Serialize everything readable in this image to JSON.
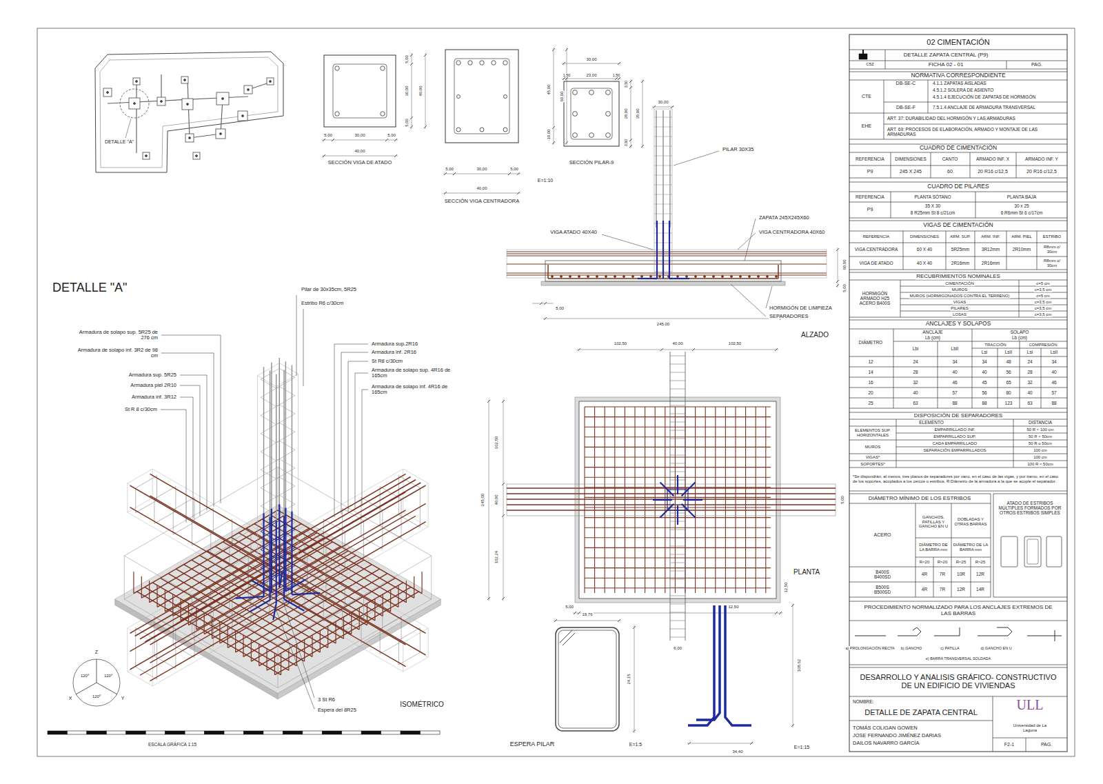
{
  "diagram": {
    "title": "02 CIMENTACIÓN",
    "labels": [
      "DETALLE \"A\"",
      "DETALLE \"A\"",
      "5,00",
      "30,00",
      "5,00",
      "40,00",
      "5,00",
      "30,00",
      "5,00",
      "40,00",
      "SECCIÓN VIGA DE ATADO",
      "5,00",
      "30,00",
      "5,00",
      "40,00",
      "45,00",
      "60,00",
      "-10,00",
      "SECCIÓN VIGA CENTRADORA",
      "30,00",
      "1,50",
      "23,00",
      "1,50",
      "3,50",
      "28,00",
      "3,50",
      "35,00",
      "SECCIÓN PILAR-9",
      "E=1:10",
      "30,00",
      "PILAR 30X35",
      "ZAPATA 245X245X60",
      "VIGA ATADO 40X40",
      "VIGA CENTRADORA 40X60",
      "HORMIGÓN DE LIMPIEZA",
      "SEPARADORES",
      "ALZADO",
      "245,00",
      "5,00",
      "60,00",
      "5,00",
      "102,50",
      "40,00",
      "102,50",
      "102,50",
      "245,00",
      "40,00",
      "102,24",
      "5,00",
      "12,50",
      "5,00",
      "12,50",
      "6,00",
      "PLANTA",
      "19,76",
      "24,15",
      "ESPERA PILAR",
      "E=1:5",
      "108,62",
      "34,40",
      "E=1:15",
      "Pilar de 30x35cm, 5R25",
      "Estribo R6 c/30cm",
      "Armadura de solapo sup. 5R25 de 276 cm",
      "Armadura de solapo inf. 3R2 de 98 cm",
      "Armadura sup. 5R25",
      "Armadura piel 2R10",
      "Armadura inf. 3R12",
      "St R 8 c/30cm",
      "Armadura sup.2R16",
      "Armadura inf. 2R16",
      "St R8 c/30cm",
      "Armadura de solapo sup. 4R16 de 165cm",
      "Armadura de solapo inf. 4R16 de 165cm",
      "3 St R6",
      "Espera del 8R25",
      "ISOMÉTRICO",
      "Z",
      "X",
      "Y",
      "120º",
      "120º",
      "120º",
      "ESCALA GRÁFICA 1:15",
      "C5Z",
      "DETALLE ZAPATA CENTRAL (P9)",
      "FICHA 02 - 01",
      "PAG.",
      "NORMATIVA CORRESPONDIENTE",
      "DB-SE-C",
      "4.1.1 ZAPATAS AISLADAS",
      "4.5.1.2 SOLERA DE ASIENTO",
      "4.5.1.4 EJECUCIÓN DE ZAPATAS DE HORMIGÓN",
      "CTE",
      "DB-SE-F",
      "7.5.1.4 ANCLAJE DE ARMADURA TRANSVERSAL",
      "EHE",
      "ART. 37: DURABILIDAD DEL HORMIGÓN Y LAS ARMADURAS",
      "ART. 69: PROCESOS DE ELABORACIÓN, ARMADO Y MONTAJE DE LAS ARMADURAS",
      "CUADRO DE CIMENTACIÓN",
      "REFERENCIA",
      "DIMENSIONES",
      "CANTO",
      "ARMADO INF. X",
      "ARMADO INF. Y",
      "P9",
      "245 X 245",
      "60",
      "20 R16 c/12,5",
      "20 R16 c/12,5",
      "CUADRO DE PILARES",
      "REFERENCIA",
      "PLANTA SÓTANO",
      "PLANTA BAJA",
      "P9",
      "35 X 30",
      "8 R25mm St 8 c/21cm",
      "30 x 25",
      "6 R6mm St 6 c/17cm",
      "VIGAS DE CIMENTACIÓN",
      "REFERENCIA",
      "DIMENSIONES",
      "ARM. SUP.",
      "ARM. INF.",
      "ARM. PIEL",
      "ESTRIBO",
      "VIGA CENTRADORA",
      "60 X 40",
      "5R25mm",
      "3R12mm",
      "2R10mm",
      "R8mm c/ 30cm",
      "VIGA DE ATADO",
      "40 X 40",
      "2R16mm",
      "2R16mm",
      "R8mm c/ 30cm",
      "RECUBRIMIENTOS NOMINALES",
      "HORMIGÓN ARMADO H25 ACERO B400S",
      "CIMENTACIÓN",
      "c=5 cm",
      "MUROS",
      "c=3,5 cm",
      "MUROS (HORMIGONADOS CONTRA EL TERRENO)",
      "c=5 cm",
      "VIGAS",
      "c=3,5 cm",
      "PILARES",
      "c=3,5 cm",
      "LOSAS",
      "c=3,5 cm",
      "ANCLAJES Y SOLAPOS",
      "DIÁMETRO",
      "ANCLAJE",
      "Lb (cm)",
      "SOLAPO",
      "Lb (cm)",
      "Lbi",
      "LbII",
      "TRACCIÓN",
      "COMPRESIÓN",
      "Lsi",
      "LsII",
      "Lsi",
      "LsII",
      "12",
      "24",
      "34",
      "34",
      "48",
      "24",
      "34",
      "14",
      "28",
      "40",
      "40",
      "56",
      "28",
      "40",
      "16",
      "32",
      "46",
      "45",
      "65",
      "32",
      "46",
      "20",
      "40",
      "57",
      "56",
      "80",
      "40",
      "57",
      "25",
      "63",
      "88",
      "88",
      "123",
      "63",
      "88",
      "DISPOSICIÓN DE SEPARADORES",
      "ELEMENTO",
      "DISTANCIA",
      "ELEMENTOS SUP. HORIZONTALES",
      "EMPARRILLADO INF.",
      "50 R < 100 cm",
      "EMPARRILLADO SUP.",
      "50 R < 50cm",
      "MUROS",
      "CADA EMPARRILLADO",
      "50 R o 50cm",
      "SEPARACIÓN EMPARRILLADOS",
      "100 cm",
      "VIGAS*",
      "100 cm",
      "SOPORTES*",
      "100 R < 50cm",
      "*Se dispondrán, al menos, tres planos de separadores por vano, en el caso de las vigas, y por tramo, en el caso de los soportes, acoplados a los cercos o estribos. R:Diámetro de la armadura a la que se acople el separador.",
      "DIÁMETRO MÍNIMO DE LOS ESTRIBOS",
      "ACERO",
      "GANCHOS, PATILLAS Y GANCHO EN U",
      "DOBLADAS Y OTRAS BARRAS",
      "DIÁMETRO DE LA BARRA mm",
      "DIÁMETRO DE LA BARRA mm",
      "R<20",
      "R>20",
      "R<25",
      "R>25",
      "B400S B400SD",
      "4R",
      "7R",
      "10R",
      "12R",
      "B500S B500SD",
      "4R",
      "7R",
      "12R",
      "14R",
      "ATADO DE ESTRIBOS MÚLTIPLES FORMADOS POR OTROS ESTRIBOS SIMPLES",
      "PROCEDIMIENTO NORMALIZADO PARA LOS ANCLAJES EXTREMOS DE LAS BARRAS",
      "a) PROLONGACIÓN RECTA",
      "b) GANCHO",
      "c) PATILLA",
      "d) GANCHO EN U",
      "e) BARRA TRANSVERSAL SOLDADA",
      "DESARROLLO Y ANALISIS GRÁFICO- CONSTRUCTIVO DE UN EDIFICIO DE VIVIENDAS",
      "NOMBRE:",
      "DETALLE DE ZAPATA CENTRAL",
      "ULL",
      "Universidad de La Laguna",
      "TOMÁS COLIGAN GOWEN",
      "JOSE FERNANDO JIMÉNEZ DARIAS",
      "DAILOS NAVARRO GARCÍA",
      "F2-1",
      "PAG."
    ]
  }
}
